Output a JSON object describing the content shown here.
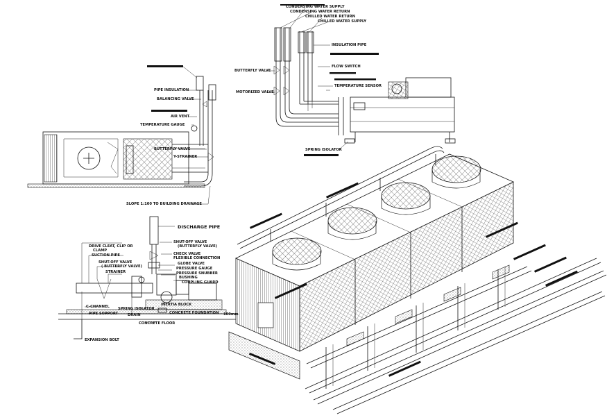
{
  "ahu_detail": {
    "labels": {
      "pipe_insulation": "PIPE INSULATION",
      "balancing_valve": "BALANCING VALVE",
      "air_vent": "AIR VENT",
      "temperature_gauge": "TEMPERATURE GAUGE",
      "butterfly_valve": "BUTTERFLY VALVE",
      "y_strainer": "Y-STRAINER",
      "slope_note": "SLOPE 1:100 TO BUILDING DRAINAGE"
    }
  },
  "chiller_detail": {
    "labels": {
      "condensing_water_supply": "CONDENSING WATER SUPPLY",
      "condensing_water_return": "CONDENSING WATER RETURN",
      "chilled_water_return": "CHILLED WATER RETURN",
      "chilled_water_supply": "CHILLED WATER SUPPLY",
      "insulation_pipe": "INSULATION PIPE",
      "flow_switch": "FLOW SWITCH",
      "temperature_sensor": "TEMPERATURE SENSOR",
      "butterfly_valve": "BUTTERFLY VALVE",
      "motorized_valve": "MOTORIZED VALVE",
      "spring_isolator": "SPRING ISOLATOR"
    }
  },
  "pump_detail": {
    "labels": {
      "discharge_pipe": "DISCHARGE PIPE",
      "shut_off_valve_top": "SHUT-OFF VALVE",
      "shut_off_valve_top_sub": "(BUTTERFLY VALVE)",
      "check_valve": "CHECK VALVE",
      "flexible_connection": "FLEXIBLE CONNECTION",
      "globe_valve": "GLOBE VALVE",
      "pressure_gauge": "PRESSURE GAUGE",
      "pressure_snubber": "PRESSURE SNUBBER",
      "bushing": "BUSHING",
      "coupling_guard": "COUPLING GUARD",
      "drive_cleat": "DRIVE CLEAT, CLIP OR",
      "drive_cleat_2": "CLAMP",
      "suction_pipe": "SUCTION PIPE",
      "shut_off_valve_left": "SHUT-OFF VALVE",
      "shut_off_valve_left_sub": "( BUTTERFLY VALVE)",
      "strainer": "STRAINER",
      "inertia_block": "INERTIA BLOCK",
      "c_channel": "C-CHANNEL",
      "pipe_support": "PIPE SUPPORT",
      "spring_isolator": "SPRING ISOLATOR",
      "drain": "DRAIN",
      "concrete_foundation": "CONCRETE FOUNDATION",
      "concrete_floor": "CONCRETE FLOOR",
      "expansion_bolt": "EXPANSION BOLT",
      "dimension": "100mm"
    }
  }
}
